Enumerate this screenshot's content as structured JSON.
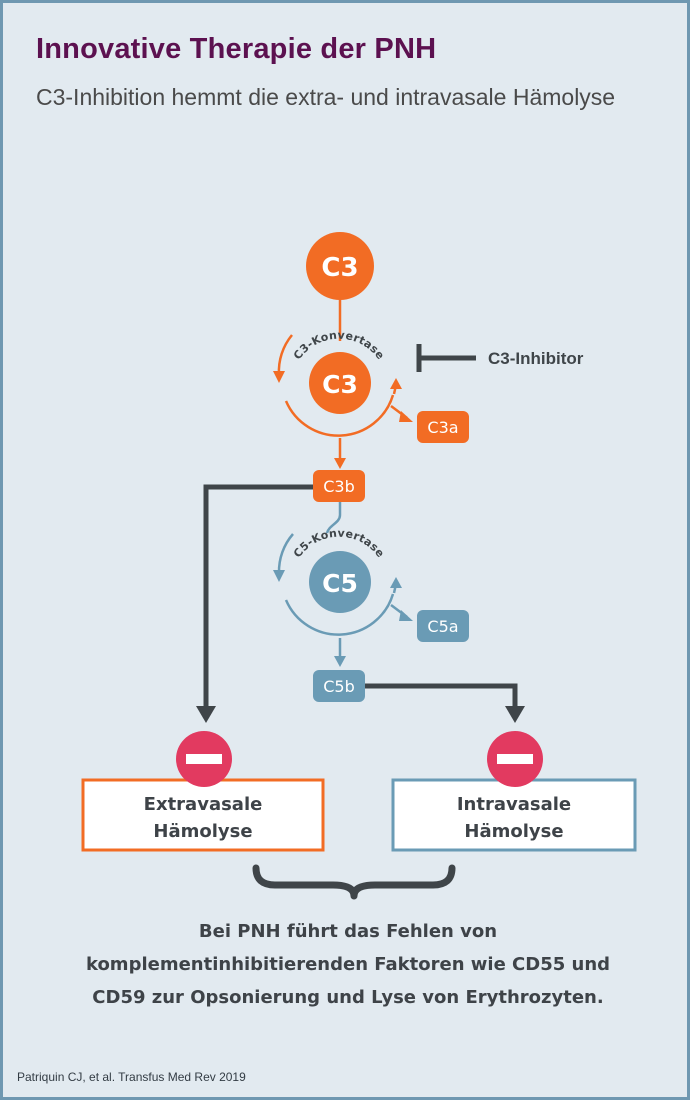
{
  "header": {
    "title": "Innovative Therapie der PNH",
    "subtitle": "C3-Inhibition hemmt die extra- und intravasale Hämolyse"
  },
  "diagram": {
    "c3_top": "C3",
    "c3_convertase_label": "C3-Konvertase",
    "c3_center": "C3",
    "inhibitor_label": "C3-Inhibitor",
    "c3a": "C3a",
    "c3b": "C3b",
    "c5_convertase_label": "C5-Konvertase",
    "c5_center": "C5",
    "c5a": "C5a",
    "c5b": "C5b",
    "extravasal": {
      "line1": "Extravasale",
      "line2": "Hämolyse"
    },
    "intravasal": {
      "line1": "Intravasale",
      "line2": "Hämolyse"
    }
  },
  "summary": "Bei PNH führt das Fehlen von komplementinhibitierenden Faktoren wie CD55 und CD59 zur Opsonierung und Lyse von Erythrozyten.",
  "footnote": "Patriquin CJ, et al. Transfus Med Rev 2019",
  "colors": {
    "orange": "#f26c24",
    "blue": "#6a9bb5",
    "dark": "#3f4549",
    "red": "#e23a60",
    "title": "#5c1150",
    "background": "#e2eaf0"
  }
}
